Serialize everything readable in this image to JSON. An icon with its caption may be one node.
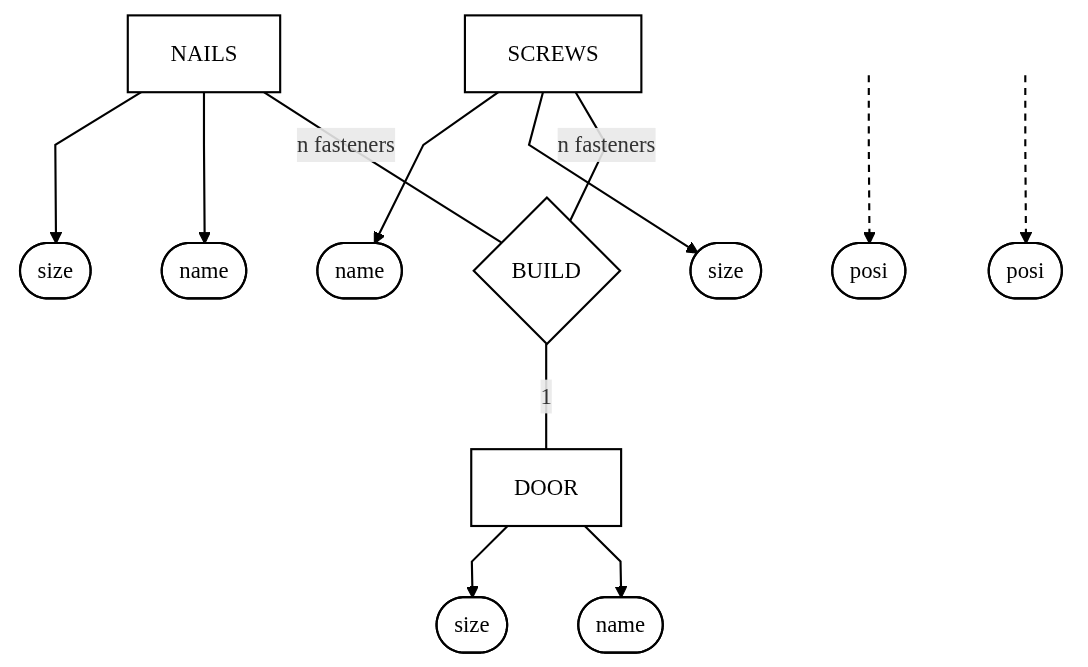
{
  "diagram": {
    "nodes": [
      {
        "text": [
          "size"
        ]
      },
      {
        "text": [
          "name"
        ]
      },
      {
        "text": [
          "NAILS"
        ]
      },
      {
        "text": [
          "SCREWS"
        ]
      },
      {
        "text": [
          "name"
        ]
      },
      {
        "text": [
          "size"
        ]
      },
      {
        "text": [
          "posi"
        ]
      },
      {
        "text": [
          "posi"
        ]
      },
      {
        "text": [
          "BUILD"
        ]
      },
      {
        "text": [
          "size"
        ]
      },
      {
        "text": [
          "name"
        ]
      },
      {
        "text": [
          "DOOR"
        ]
      }
    ],
    "edges": [
      {
        "from": 2,
        "to": 0,
        "arrow": "to"
      },
      {
        "from": 2,
        "to": 1,
        "arrow": "to"
      },
      {
        "from": 3,
        "to": 4,
        "arrow": "to"
      },
      {
        "from": 3,
        "to": 5,
        "arrow": "to"
      },
      {
        "from": 2,
        "to": 8,
        "arrow": "none",
        "label": "n fasteners"
      },
      {
        "from": null,
        "to": 6,
        "arrow": "to",
        "style": "dashed"
      },
      {
        "from": 3,
        "to": 8,
        "arrow": "none",
        "label": "n fasteners"
      },
      {
        "from": null,
        "to": 7,
        "arrow": "to",
        "style": "dashed"
      },
      {
        "from": 8,
        "to": 11,
        "arrow": "none",
        "label": "1"
      },
      {
        "from": 11,
        "to": 9,
        "arrow": "to"
      },
      {
        "from": 11,
        "to": 10,
        "arrow": "to"
      }
    ]
  }
}
